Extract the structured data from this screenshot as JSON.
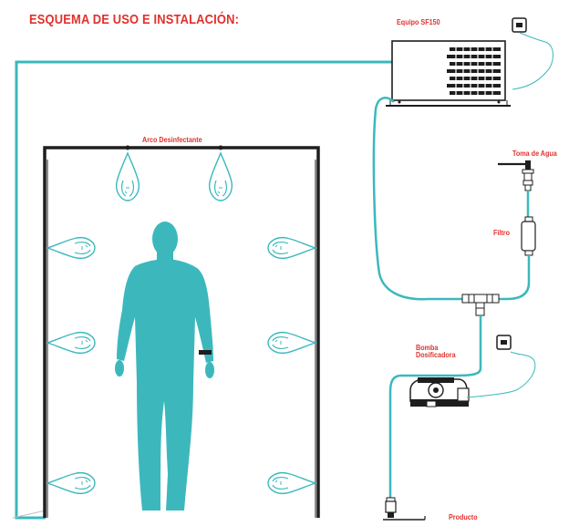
{
  "title": "ESQUEMA DE USO E INSTALACIÓN:",
  "labels": {
    "equipo": "Equipo SF150",
    "arco": "Arco Desinfectante",
    "toma": "Toma de Agua",
    "filtro": "Filtro",
    "bomba": "Bomba\nDosificadora",
    "producto": "Producto"
  },
  "colors": {
    "teal": "#3cb8bd",
    "text_red": "#e0312c",
    "frame": "#1e1e1e"
  },
  "icons": [
    "power-outlet-icon",
    "power-outlet-icon",
    "spray-nozzle-icon",
    "water-tap-icon",
    "filter-icon",
    "t-connector-icon",
    "dosing-pump-icon",
    "product-valve-icon",
    "person-silhouette-icon"
  ]
}
